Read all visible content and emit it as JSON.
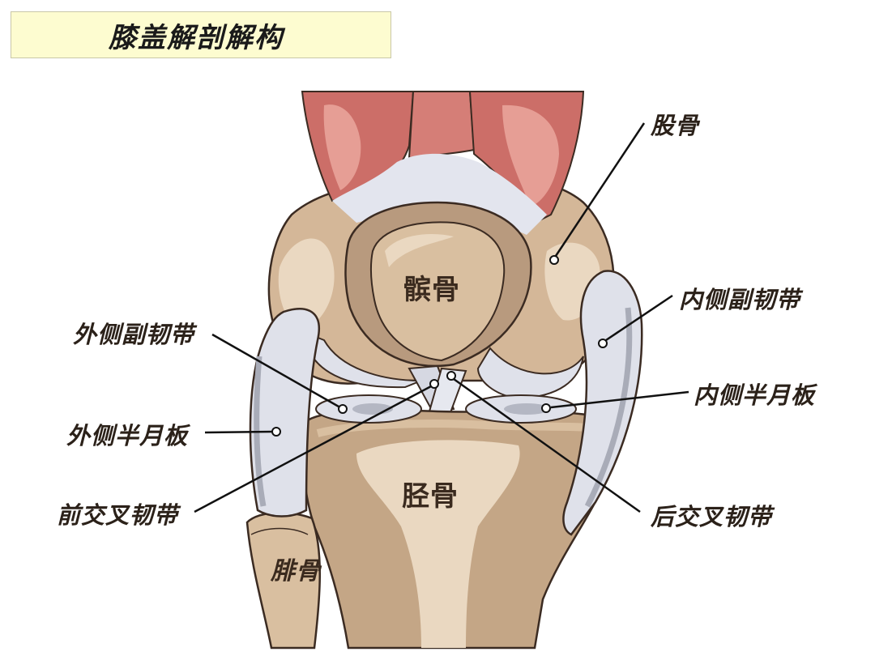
{
  "title": "膝盖解剖解构",
  "colors": {
    "title_bg": "#fdfcd0",
    "bone": "#d9bfa0",
    "bone_light": "#ead8c1",
    "bone_dark": "#b89a7e",
    "muscle": "#d7827a",
    "muscle_light": "#e9a79c",
    "ligament": "#dfe1ea",
    "ligament_shadow": "#a9acb8",
    "outline": "#3b2b22",
    "label_text": "#2b2119"
  },
  "bone_labels": {
    "patella": "髌骨",
    "tibia": "胫骨",
    "fibula": "腓骨"
  },
  "callouts": [
    {
      "id": "femur",
      "label": "股骨",
      "side": "right"
    },
    {
      "id": "medial-collateral-ligament",
      "label": "内侧副韧带",
      "side": "right"
    },
    {
      "id": "medial-meniscus",
      "label": "内侧半月板",
      "side": "right"
    },
    {
      "id": "posterior-cruciate-ligament",
      "label": "后交叉韧带",
      "side": "right"
    },
    {
      "id": "lateral-collateral-ligament",
      "label": "外侧副韧带",
      "side": "left"
    },
    {
      "id": "lateral-meniscus",
      "label": "外侧半月板",
      "side": "left"
    },
    {
      "id": "anterior-cruciate-ligament",
      "label": "前交叉韧带",
      "side": "left"
    }
  ]
}
